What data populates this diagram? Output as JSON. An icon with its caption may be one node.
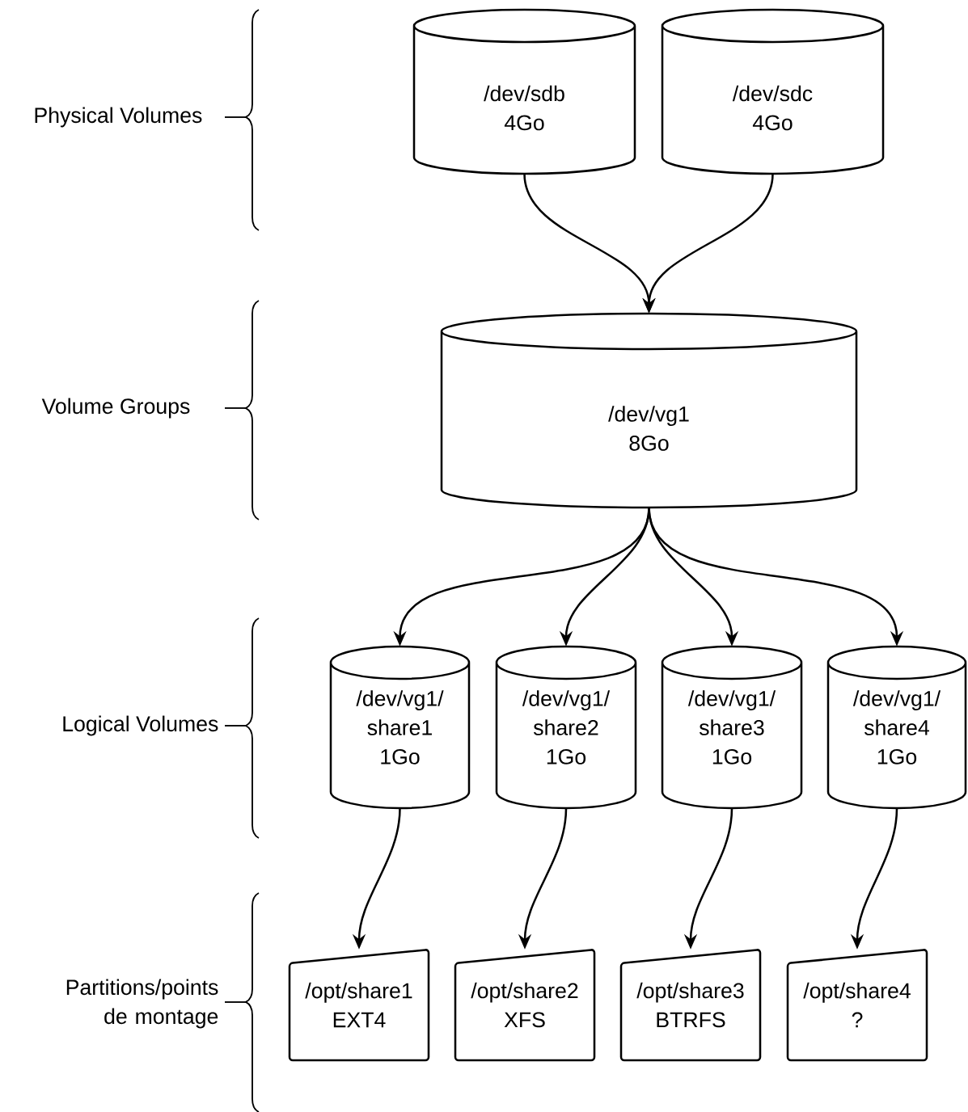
{
  "diagram": {
    "nodes": [
      {
        "text": [
          "/dev/sdb",
          "4Go"
        ]
      },
      {
        "text": [
          "/dev/sdc",
          "4Go"
        ]
      },
      {
        "text": [
          "/dev/vg1",
          "8Go"
        ]
      },
      {
        "text": [
          "/dev/vg1/",
          "share1",
          "1Go"
        ]
      },
      {
        "text": [
          "/dev/vg1/",
          "share2",
          "1Go"
        ]
      },
      {
        "text": [
          "/dev/vg1/",
          "share3",
          "1Go"
        ]
      },
      {
        "text": [
          "/dev/vg1/",
          "share4",
          "1Go"
        ]
      },
      {
        "text": [
          "/opt/share1",
          "EXT4"
        ]
      },
      {
        "text": [
          "/opt/share2",
          "XFS"
        ]
      },
      {
        "text": [
          "/opt/share3",
          "BTRFS"
        ]
      },
      {
        "text": [
          "/opt/share4",
          "?"
        ]
      }
    ],
    "edges": [
      {
        "from": 0,
        "to": 2,
        "arrow": "to"
      },
      {
        "from": 1,
        "to": 2,
        "arrow": "to"
      },
      {
        "from": 2,
        "to": 3,
        "arrow": "to"
      },
      {
        "from": 2,
        "to": 4,
        "arrow": "to"
      },
      {
        "from": 2,
        "to": 5,
        "arrow": "to"
      },
      {
        "from": 2,
        "to": 6,
        "arrow": "to"
      },
      {
        "from": 3,
        "to": 7,
        "arrow": "to"
      },
      {
        "from": 4,
        "to": 8,
        "arrow": "to"
      },
      {
        "from": 5,
        "to": 9,
        "arrow": "to"
      },
      {
        "from": 6,
        "to": 10,
        "arrow": "to"
      }
    ],
    "labels": [
      "Physical Volumes",
      "Volume Groups",
      "Logical Volumes",
      "Partitions/points de montage"
    ]
  }
}
